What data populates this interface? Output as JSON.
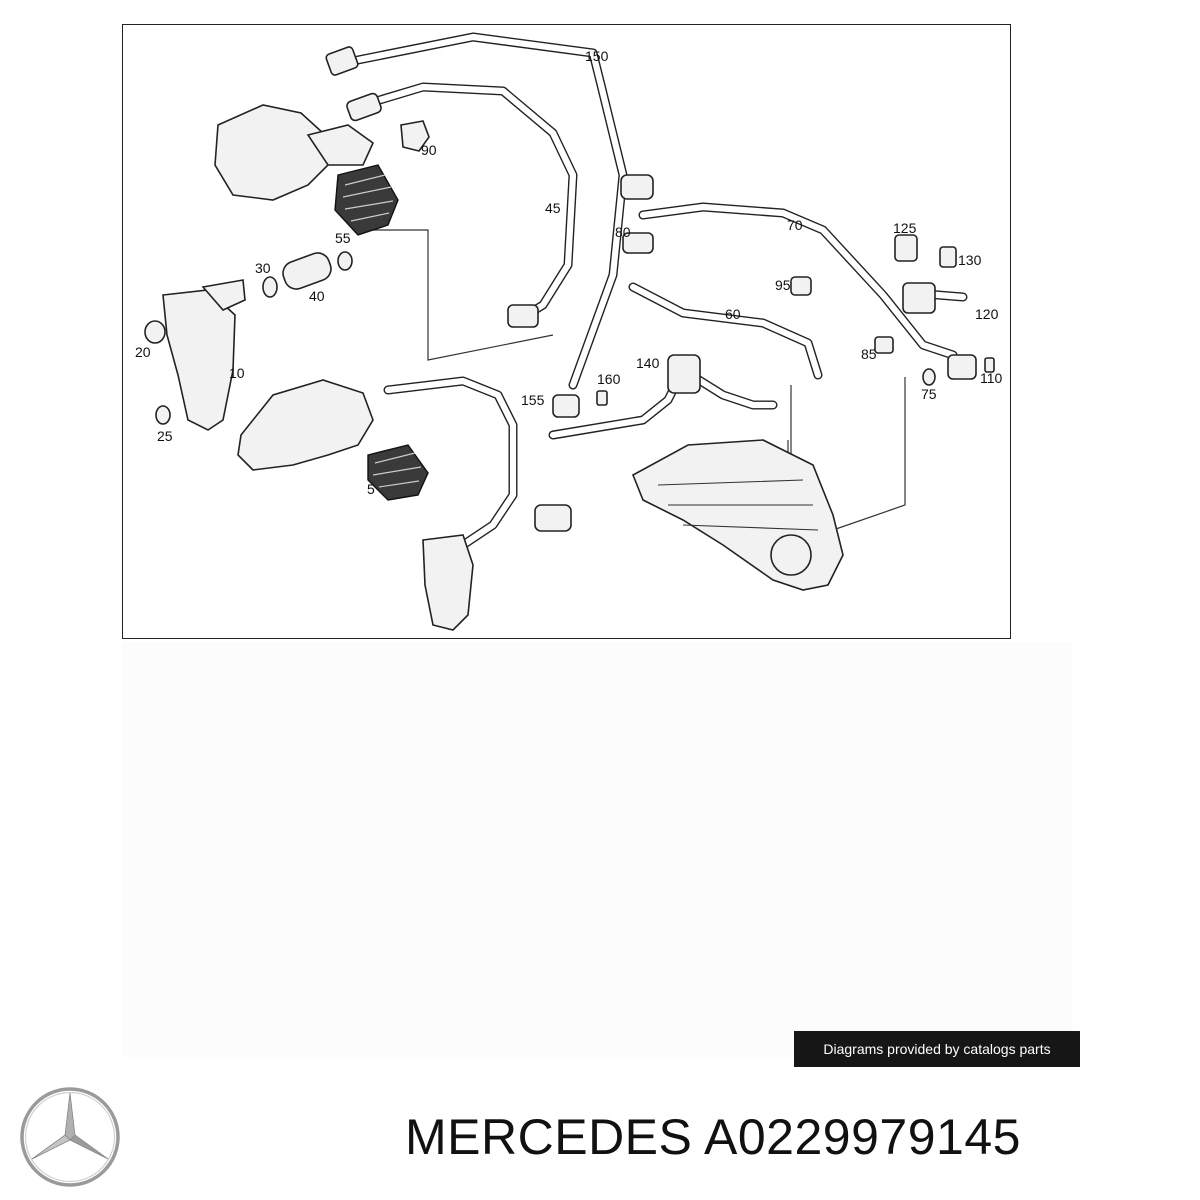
{
  "diagram": {
    "callouts": {
      "c5": "5",
      "c10": "10",
      "c20": "20",
      "c25": "25",
      "c30": "30",
      "c40": "40",
      "c45": "45",
      "c55": "55",
      "c60": "60",
      "c70": "70",
      "c75": "75",
      "c80": "80",
      "c85": "85",
      "c90": "90",
      "c95": "95",
      "c110": "110",
      "c120": "120",
      "c125": "125",
      "c130": "130",
      "c140": "140",
      "c150": "150",
      "c155": "155",
      "c160": "160"
    }
  },
  "attribution": "Diagrams provided by catalogs parts",
  "brand": {
    "name": "MERCEDES",
    "part_number": "A0229979145",
    "logo_icon": "mercedes-star-icon"
  }
}
